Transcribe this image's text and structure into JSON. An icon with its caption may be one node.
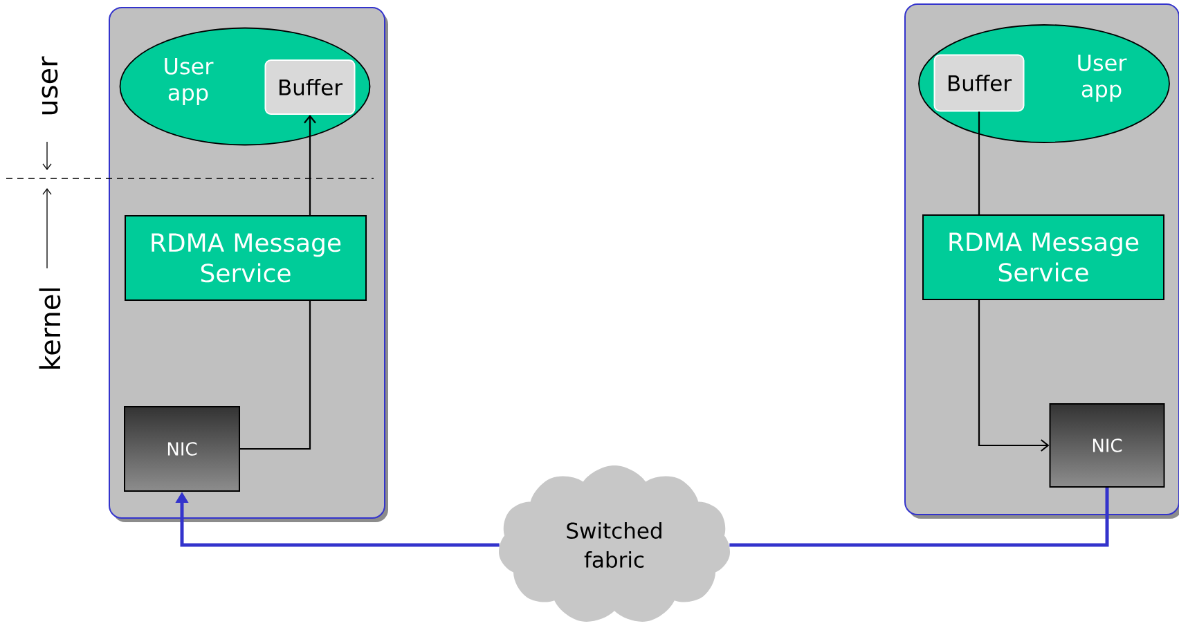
{
  "diagram": {
    "nodes": [
      {
        "text": [],
        "shape": "box"
      },
      {
        "text": [
          "User app"
        ],
        "in": 0
      },
      {
        "text": [
          "Buffer"
        ],
        "in": 1
      },
      {
        "text": [
          "RDMA Message Service"
        ],
        "in": 0
      },
      {
        "text": [
          "NIC"
        ],
        "in": 0
      },
      {
        "text": [
          "Switched fabric"
        ]
      },
      {
        "text": [],
        "shape": "box"
      },
      {
        "text": [
          "User app"
        ],
        "in": 6
      },
      {
        "text": [
          "Buffer"
        ],
        "in": 7
      },
      {
        "text": [
          "RDMA Message Service"
        ],
        "in": 6
      },
      {
        "text": [
          "NIC"
        ],
        "in": 6
      }
    ],
    "edges": [
      {
        "from": 4,
        "to": 3,
        "arrow": "none"
      },
      {
        "from": 3,
        "to": 2,
        "arrow": "to"
      },
      {
        "from": 8,
        "to": 9,
        "arrow": "none"
      },
      {
        "from": 9,
        "to": 10,
        "arrow": "to"
      },
      {
        "from": 5,
        "to": 4,
        "arrow": "to",
        "style": "thick",
        "color": "#3333cc"
      },
      {
        "from": 10,
        "to": 5,
        "arrow": "none",
        "style": "thick",
        "color": "#3333cc"
      }
    ],
    "labels": [
      "user",
      "kernel"
    ]
  }
}
